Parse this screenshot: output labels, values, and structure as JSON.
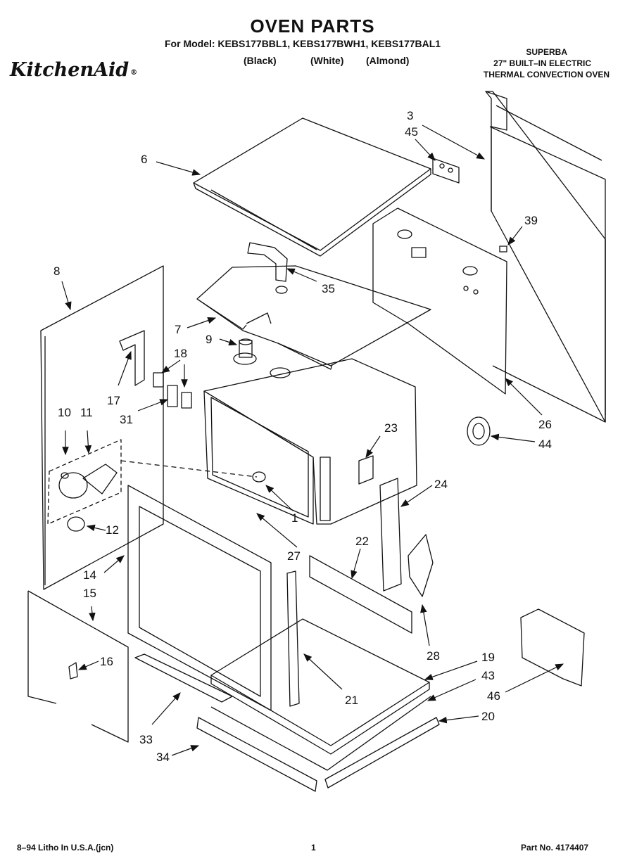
{
  "header": {
    "title": "OVEN PARTS",
    "model_line": "For Model: KEBS177BBL1, KEBS177BWH1, KEBS177BAL1",
    "variants": [
      "(Black)",
      "(White)",
      "(Almond)"
    ],
    "brand": "KitchenAid",
    "brand_mark": "®",
    "series": [
      "SUPERBA",
      "27\" BUILT–IN ELECTRIC",
      "THERMAL CONVECTION OVEN"
    ]
  },
  "callouts": [
    {
      "id": "c3",
      "label": "3"
    },
    {
      "id": "c45",
      "label": "45"
    },
    {
      "id": "c6",
      "label": "6"
    },
    {
      "id": "c39",
      "label": "39"
    },
    {
      "id": "c35",
      "label": "35"
    },
    {
      "id": "c8",
      "label": "8"
    },
    {
      "id": "c7",
      "label": "7"
    },
    {
      "id": "c9",
      "label": "9"
    },
    {
      "id": "c18",
      "label": "18"
    },
    {
      "id": "c17",
      "label": "17"
    },
    {
      "id": "c31",
      "label": "31"
    },
    {
      "id": "c10",
      "label": "10"
    },
    {
      "id": "c11",
      "label": "11"
    },
    {
      "id": "c23",
      "label": "23"
    },
    {
      "id": "c26",
      "label": "26"
    },
    {
      "id": "c44",
      "label": "44"
    },
    {
      "id": "c1",
      "label": "1"
    },
    {
      "id": "c24",
      "label": "24"
    },
    {
      "id": "c12",
      "label": "12"
    },
    {
      "id": "c27",
      "label": "27"
    },
    {
      "id": "c22",
      "label": "22"
    },
    {
      "id": "c14",
      "label": "14"
    },
    {
      "id": "c15",
      "label": "15"
    },
    {
      "id": "c28",
      "label": "28"
    },
    {
      "id": "c19",
      "label": "19"
    },
    {
      "id": "c16",
      "label": "16"
    },
    {
      "id": "c43",
      "label": "43"
    },
    {
      "id": "c46",
      "label": "46"
    },
    {
      "id": "c21",
      "label": "21"
    },
    {
      "id": "c20",
      "label": "20"
    },
    {
      "id": "c33",
      "label": "33"
    },
    {
      "id": "c34",
      "label": "34"
    }
  ],
  "footer": {
    "left": "8–94 Litho In U.S.A.(jcn)",
    "page": "1",
    "part_no": "Part No. 4174407"
  }
}
